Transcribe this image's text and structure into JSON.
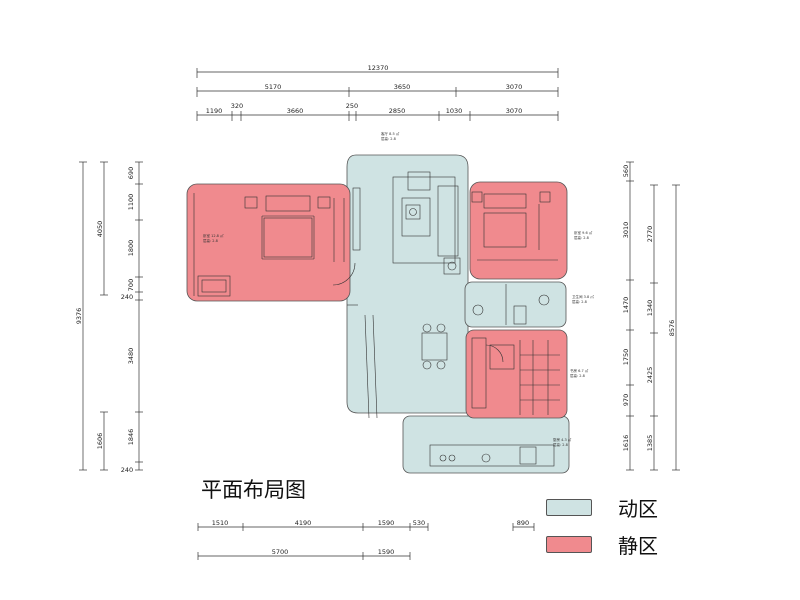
{
  "title": "平面布局图",
  "legend": [
    {
      "label": "动区",
      "color": "#cfe3e3"
    },
    {
      "label": "静区",
      "color": "#f08a8e"
    }
  ],
  "colors": {
    "active_zone": "#cfe3e3",
    "quiet_zone": "#f08a8e",
    "line": "#333333"
  },
  "dimensions": {
    "top_total": "12370",
    "top_row1": [
      "5170",
      "3650",
      "3070"
    ],
    "top_row2": [
      "1190",
      "320",
      "3660",
      "250",
      "2850",
      "1030",
      "3070"
    ],
    "left_total": "9376",
    "left_row1": [
      "4050",
      "1606"
    ],
    "left_row2": [
      "690",
      "1100",
      "1800",
      "700",
      "240",
      "3480",
      "1846",
      "240"
    ],
    "right_total": "8576",
    "right_row1": [
      "2770",
      "1340",
      "2425",
      "1385"
    ],
    "right_row2": [
      "560",
      "3010",
      "1470",
      "1750",
      "970",
      "1616"
    ],
    "bottom_row1": [
      "1510",
      "4190",
      "1590",
      "530",
      "890"
    ],
    "bottom_row2": [
      "5700",
      "1590"
    ]
  },
  "room_labels": {
    "living": [
      "客厅 8.5 ㎡",
      "层高: 2.8"
    ],
    "bedroom_left": [
      "卧室 12.8 ㎡",
      "层高: 2.8"
    ],
    "bedroom_right": [
      "卧室 9.6 ㎡",
      "层高: 2.8"
    ],
    "bathroom": [
      "卫生间 3.8 ㎡",
      "层高: 2.8"
    ],
    "study": [
      "书房 6.7 ㎡",
      "层高: 2.8"
    ],
    "kitchen": [
      "厨房 4.3 ㎡",
      "层高: 2.8"
    ]
  }
}
